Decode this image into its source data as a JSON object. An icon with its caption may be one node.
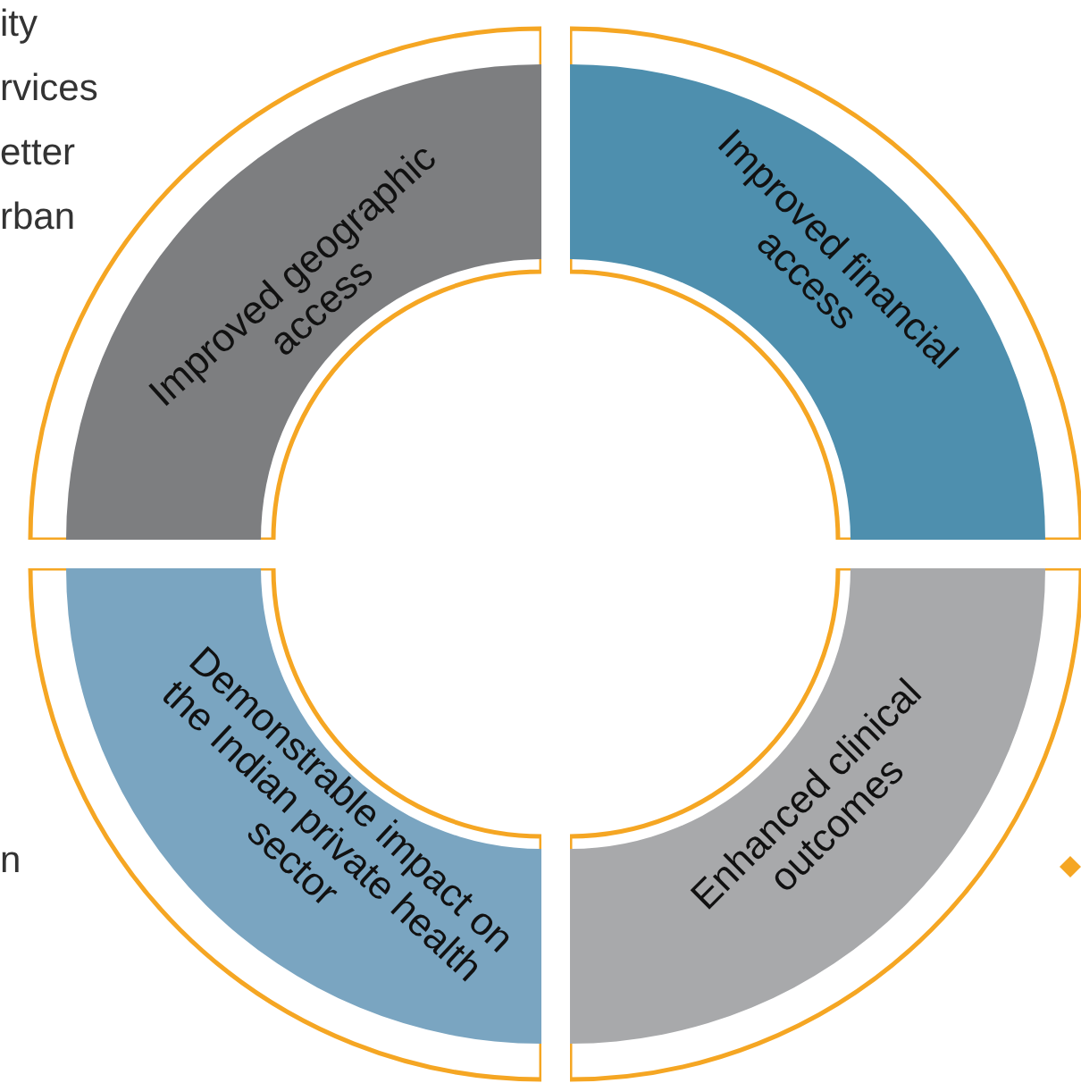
{
  "diagram": {
    "nodes": [
      {
        "text": [
          "Improved geographic access"
        ]
      },
      {
        "text": [
          "Improved financial access"
        ]
      },
      {
        "text": [
          "Demonstrable impact on the Indian private health sector"
        ]
      },
      {
        "text": [
          "Enhanced clinical outcomes"
        ]
      }
    ],
    "labels": [
      "ity",
      "rvices",
      "etter",
      "rban",
      "n"
    ]
  }
}
